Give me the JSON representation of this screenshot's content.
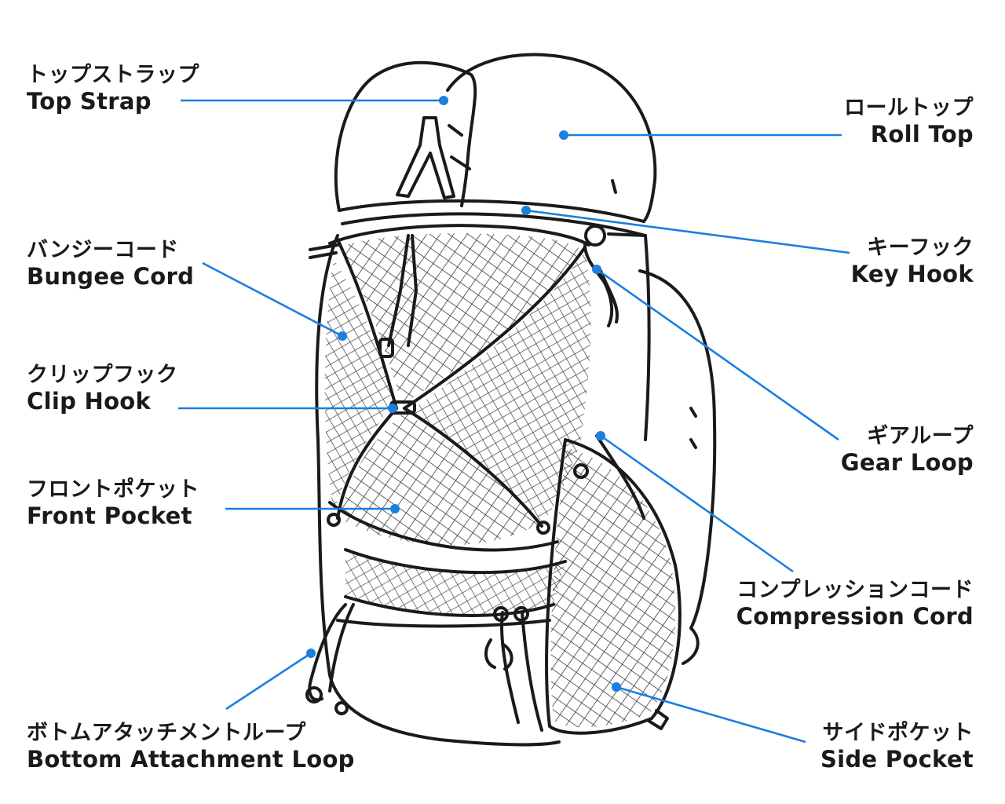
{
  "accent": "#1a7fe0",
  "ink": "#1a1a1a",
  "labels": {
    "top_strap": {
      "ja": "トップストラップ",
      "en": "Top Strap"
    },
    "roll_top": {
      "ja": "ロールトップ",
      "en": "Roll Top"
    },
    "bungee_cord": {
      "ja": "バンジーコード",
      "en": "Bungee Cord"
    },
    "key_hook": {
      "ja": "キーフック",
      "en": "Key Hook"
    },
    "clip_hook": {
      "ja": "クリップフック",
      "en": "Clip Hook"
    },
    "gear_loop": {
      "ja": "ギアループ",
      "en": "Gear Loop"
    },
    "front_pocket": {
      "ja": "フロントポケット",
      "en": "Front Pocket"
    },
    "compression_cord": {
      "ja": "コンプレッションコード",
      "en": "Compression Cord"
    },
    "bottom_attachment_loop": {
      "ja": "ボトムアタッチメントループ",
      "en": "Bottom Attachment Loop"
    },
    "side_pocket": {
      "ja": "サイドポケット",
      "en": "Side Pocket"
    }
  }
}
